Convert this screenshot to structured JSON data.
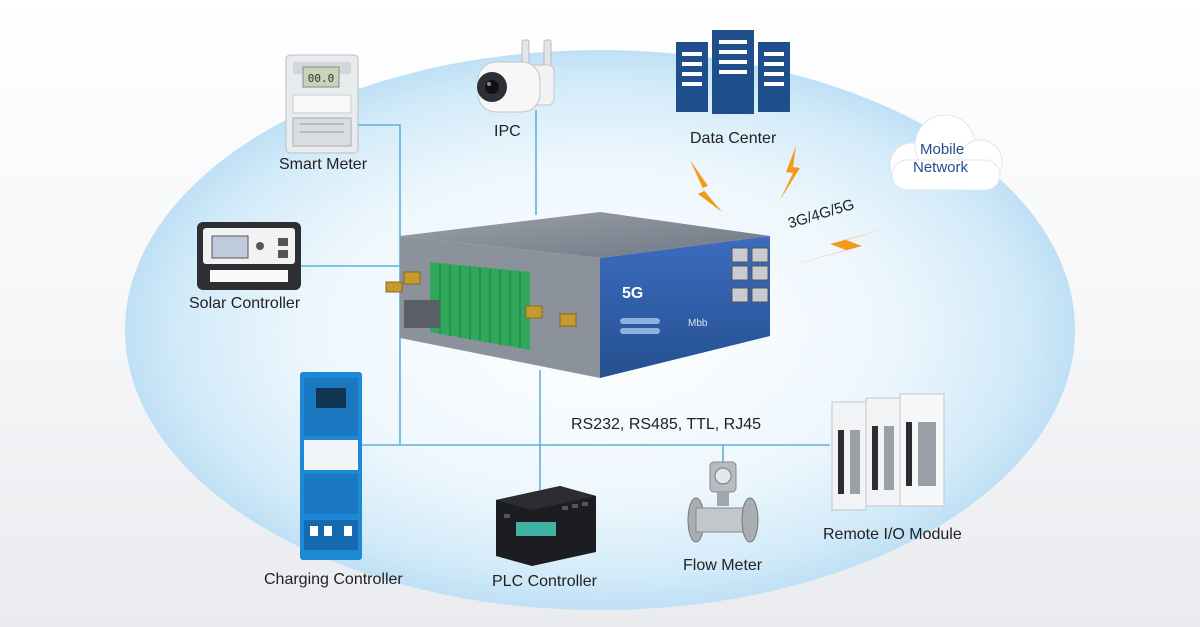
{
  "labels": {
    "smart_meter": "Smart Meter",
    "ipc": "IPC",
    "data_center": "Data Center",
    "mobile_network": [
      "Mobile",
      "Network"
    ],
    "solar_controller": "Solar Controller",
    "cellular": "3G/4G/5G",
    "charging_controller": "Charging Controller",
    "plc_controller": "PLC Controller",
    "flow_meter": "Flow Meter",
    "remote_io": "Remote I/O Module",
    "interfaces": "RS232, RS485, TTL, RJ45"
  },
  "router": {
    "badge": "5G",
    "brand": "Mbb"
  },
  "colors": {
    "line": "#5fb0dd",
    "router_blue": "#2f5aa8",
    "server_blue": "#1f4e8c",
    "bolt": "#f39a1c",
    "halo": "#cfe8f8"
  }
}
